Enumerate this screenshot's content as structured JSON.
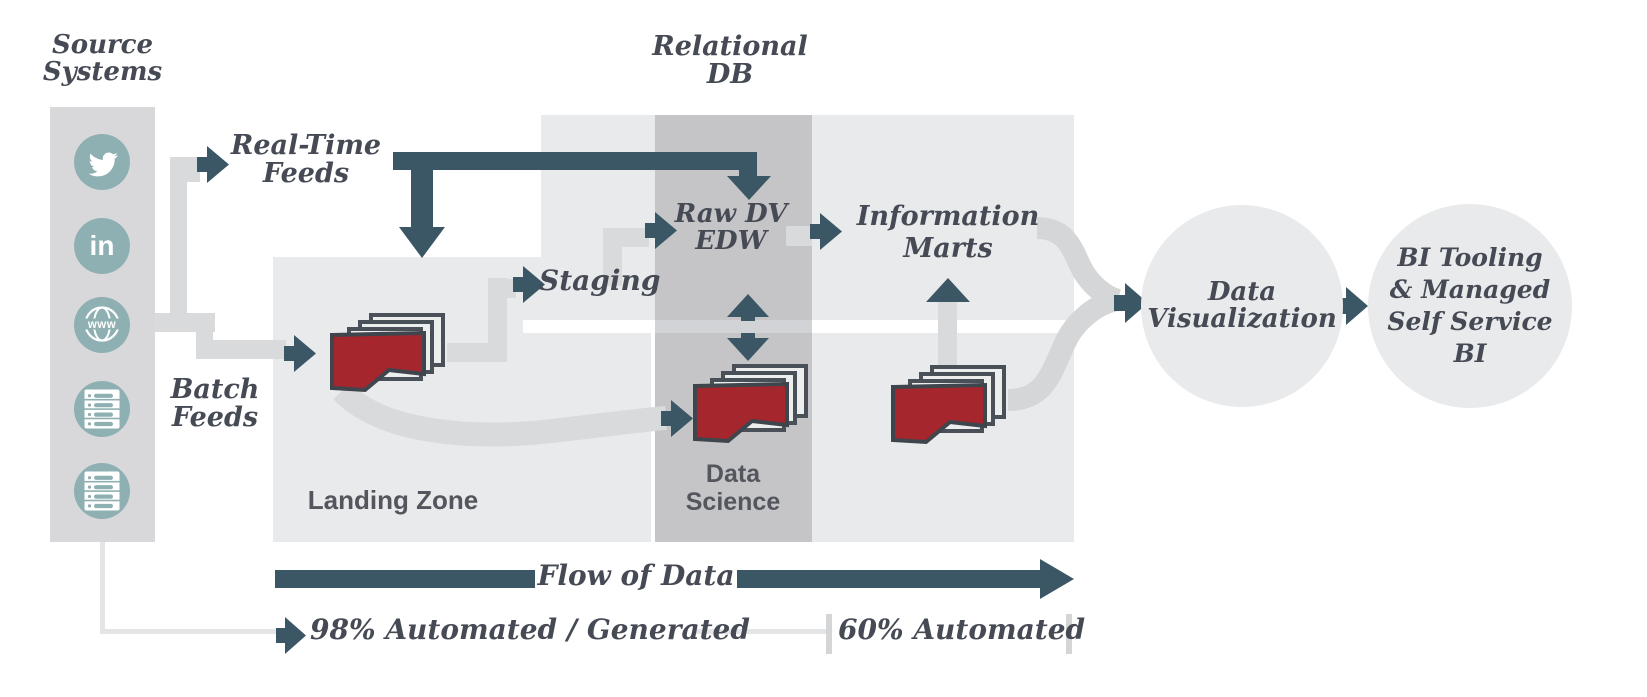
{
  "source": {
    "title": [
      "Source",
      "Systems"
    ],
    "icons": [
      "twitter",
      "linkedin",
      "web-globe",
      "server",
      "server"
    ],
    "linkedin_text": "in",
    "www_text": "www"
  },
  "feeds": {
    "real_time": [
      "Real-Time",
      "Feeds"
    ],
    "batch": [
      "Batch",
      "Feeds"
    ]
  },
  "relational": {
    "title": [
      "Relational",
      "DB"
    ]
  },
  "staging": {
    "label": "Staging"
  },
  "landing": {
    "label": "Landing Zone"
  },
  "raw_dv": {
    "label": [
      "Raw DV",
      "EDW"
    ]
  },
  "data_science": {
    "label": [
      "Data",
      "Science"
    ]
  },
  "info_marts": {
    "label": [
      "Information",
      "Marts"
    ]
  },
  "data_visualization": {
    "label": [
      "Data",
      "Visualization"
    ]
  },
  "bi_tooling": {
    "label": [
      "BI Tooling",
      "& Managed",
      "Self Service",
      "BI"
    ]
  },
  "footer": {
    "flow_of_data": "Flow of Data",
    "automated_98": "98% Automated / Generated",
    "automated_60": "60% Automated"
  },
  "colors": {
    "arrow_dark_teal": "#3b5765",
    "folder_red": "#a6262e",
    "icon_teal": "#8fb0b3",
    "light_box": "#e9eaec",
    "dark_band": "#c5c5c8",
    "source_column": "#d8d8da",
    "pipe_gray": "#d9dadc",
    "serif_text": "#454a54",
    "sans_label": "#54565e"
  }
}
